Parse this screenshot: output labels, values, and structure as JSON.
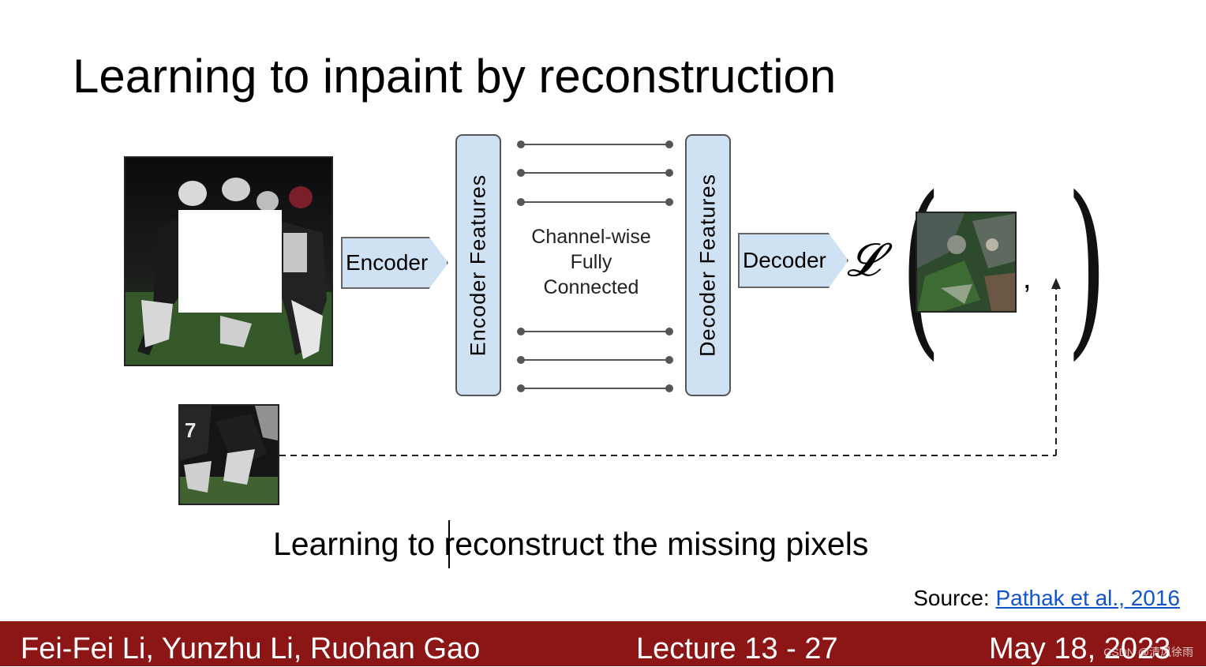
{
  "slide": {
    "title": "Learning to inpaint by reconstruction",
    "subtitle": "Learning to reconstruct the missing pixels",
    "source_prefix": "Source: ",
    "source_link": "Pathak et al., 2016"
  },
  "diagram": {
    "encoder_label": "Encoder",
    "encoder_features_label": "Encoder Features",
    "channel_wise_lines": [
      "Channel-wise",
      "Fully",
      "Connected"
    ],
    "decoder_features_label": "Decoder Features",
    "decoder_label": "Decoder",
    "loss_symbol": "𝓛",
    "comma": ","
  },
  "footer": {
    "authors": "Fei-Fei Li, Yunzhu Li, Ruohan Gao",
    "lecture": "Lecture 13 -  27",
    "date": "May 18, 2023",
    "watermark": "CSDN @清风徐雨"
  },
  "colors": {
    "footer_bg": "#8c1515",
    "block_fill": "#cfe2f3",
    "link": "#1155cc"
  }
}
